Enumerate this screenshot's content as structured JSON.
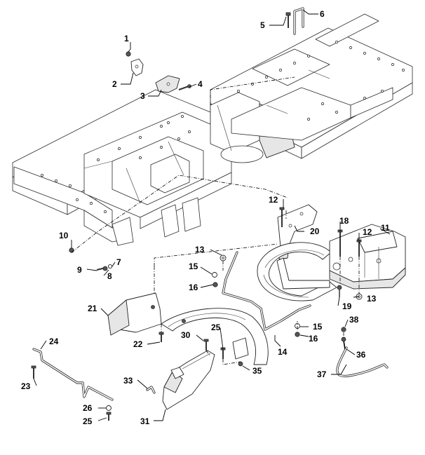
{
  "callouts": [
    {
      "id": "1",
      "text": "1"
    },
    {
      "id": "2",
      "text": "2"
    },
    {
      "id": "3",
      "text": "3"
    },
    {
      "id": "4",
      "text": "4"
    },
    {
      "id": "5",
      "text": "5"
    },
    {
      "id": "6",
      "text": "6"
    },
    {
      "id": "7",
      "text": "7"
    },
    {
      "id": "8",
      "text": "8"
    },
    {
      "id": "9",
      "text": "9"
    },
    {
      "id": "10",
      "text": "10"
    },
    {
      "id": "11",
      "text": "11"
    },
    {
      "id": "12a",
      "text": "12"
    },
    {
      "id": "12b",
      "text": "12"
    },
    {
      "id": "13a",
      "text": "13"
    },
    {
      "id": "13b",
      "text": "13"
    },
    {
      "id": "14",
      "text": "14"
    },
    {
      "id": "15a",
      "text": "15"
    },
    {
      "id": "15b",
      "text": "15"
    },
    {
      "id": "16a",
      "text": "16"
    },
    {
      "id": "16b",
      "text": "16"
    },
    {
      "id": "18",
      "text": "18"
    },
    {
      "id": "19",
      "text": "19"
    },
    {
      "id": "20",
      "text": "20"
    },
    {
      "id": "21",
      "text": "21"
    },
    {
      "id": "22",
      "text": "22"
    },
    {
      "id": "23",
      "text": "23"
    },
    {
      "id": "24",
      "text": "24"
    },
    {
      "id": "25a",
      "text": "25"
    },
    {
      "id": "25b",
      "text": "25"
    },
    {
      "id": "26",
      "text": "26"
    },
    {
      "id": "30",
      "text": "30"
    },
    {
      "id": "31",
      "text": "31"
    },
    {
      "id": "33",
      "text": "33"
    },
    {
      "id": "35",
      "text": "35"
    },
    {
      "id": "36",
      "text": "36"
    },
    {
      "id": "37",
      "text": "37"
    },
    {
      "id": "38",
      "text": "38"
    }
  ],
  "colors": {
    "line": "#222222",
    "background": "#ffffff",
    "shading": "#e6e6e6"
  }
}
